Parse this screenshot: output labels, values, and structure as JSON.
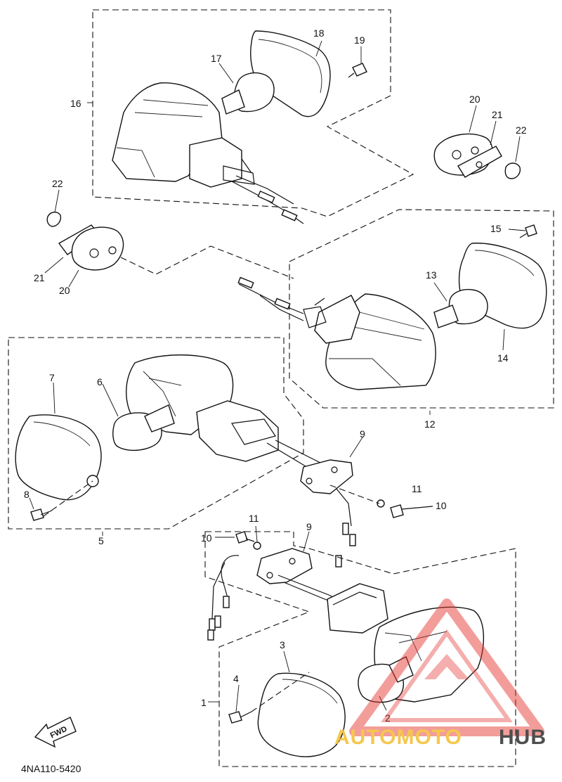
{
  "diagram": {
    "callouts": [
      "1",
      "2",
      "3",
      "4",
      "5",
      "6",
      "7",
      "8",
      "9",
      "10",
      "11",
      "9",
      "10",
      "11",
      "12",
      "13",
      "14",
      "15",
      "16",
      "17",
      "18",
      "19",
      "20",
      "21",
      "22",
      "20",
      "21",
      "22"
    ],
    "diagram_code": "4NA110-5420",
    "direction_label": "FWD"
  },
  "watermark": {
    "part1": "AUTOMOTO",
    "part2": "HUB",
    "colors": {
      "triangle": "#e53935",
      "accent": "#f3c23a",
      "dark": "#3b3b3b"
    }
  }
}
